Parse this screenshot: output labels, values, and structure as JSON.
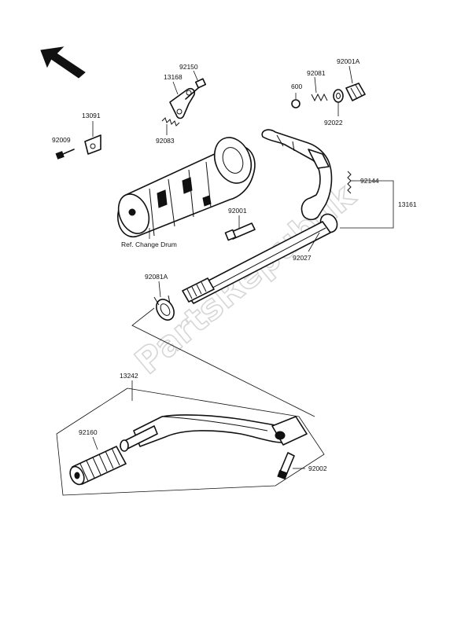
{
  "diagram": {
    "watermark": "PartsRepublik",
    "labels": {
      "p92150": "92150",
      "p13168": "13168",
      "p92083": "92083",
      "p13091": "13091",
      "p92009": "92009",
      "p600": "600",
      "p92081": "92081",
      "p92001A": "92001A",
      "p92022": "92022",
      "p92144": "92144",
      "p13161": "13161",
      "p92001": "92001",
      "ref_change_drum": "Ref. Change Drum",
      "p92027": "92027",
      "p92081A": "92081A",
      "p13242": "13242",
      "p92160": "92160",
      "p92002": "92002"
    }
  }
}
